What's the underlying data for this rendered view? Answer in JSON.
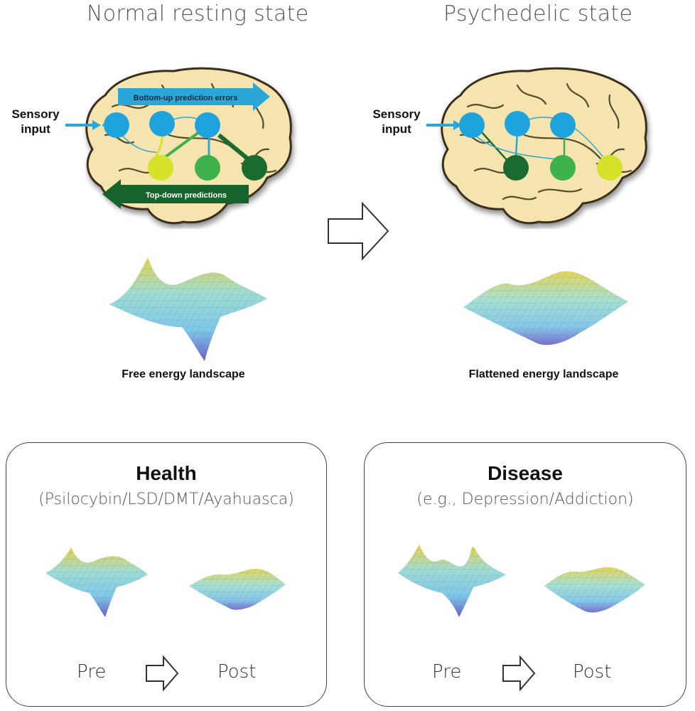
{
  "states": {
    "normal_title": "Normal resting state",
    "psychedelic_title": "Psychedelic state"
  },
  "brain": {
    "sensory_input": "Sensory input",
    "bottom_up": "Bottom-up prediction errors",
    "top_down": "Top-down predictions"
  },
  "landscapes": {
    "normal_label": "Free energy landscape",
    "psychedelic_label": "Flattened energy landscape"
  },
  "health": {
    "title": "Health",
    "subtitle": "(Psilocybin/LSD/DMT/Ayahuasca)",
    "pre": "Pre",
    "post": "Post"
  },
  "disease": {
    "title": "Disease",
    "subtitle": "(e.g., Depression/Addiction)",
    "pre": "Pre",
    "post": "Post"
  },
  "colors": {
    "brain_fill": "#f5e4ae",
    "node_blue": "#1fa3dc",
    "node_yellow": "#d4e22a",
    "node_green": "#3fb14a",
    "node_dark_green": "#1b6b30",
    "bottom_up_arrow": "#2aa7d8",
    "top_down_arrow": "#17632c"
  }
}
